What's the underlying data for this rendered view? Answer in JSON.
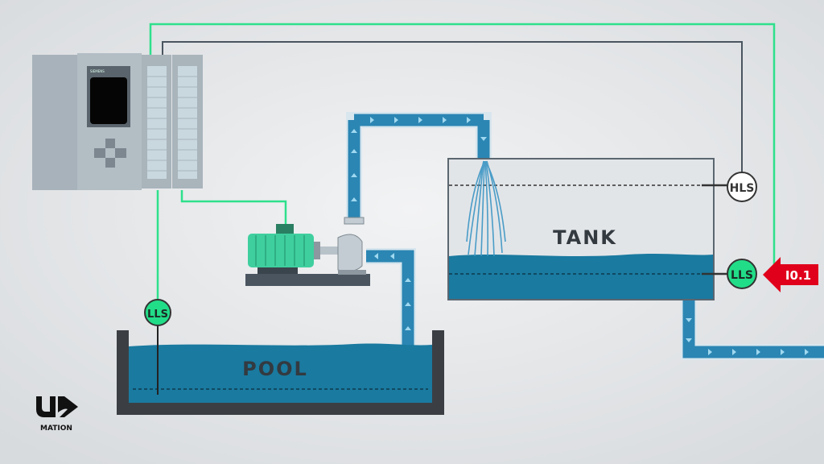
{
  "labels": {
    "tank": "TANK",
    "pool": "POOL",
    "high_level_switch": "HLS",
    "tank_low_level_switch": "LLS",
    "pool_low_level_switch": "LLS",
    "input_tag": "I0.1",
    "plc_brand": "SIEMENS",
    "logo_mark": "UP",
    "logo_text": "MATION"
  },
  "colors": {
    "water": "#1a7aa0",
    "pipe": "#2b86b3",
    "signal_wire": "#2ee08c",
    "gray_wire": "#4a5560",
    "active_switch": "#22dd88",
    "alert": "#e0001b",
    "motor": "#3fcf9f"
  },
  "state": {
    "active_input": "I0.1",
    "tank_low_level_switch": "on",
    "high_level_switch": "off",
    "pool_low_level_switch": "on"
  }
}
